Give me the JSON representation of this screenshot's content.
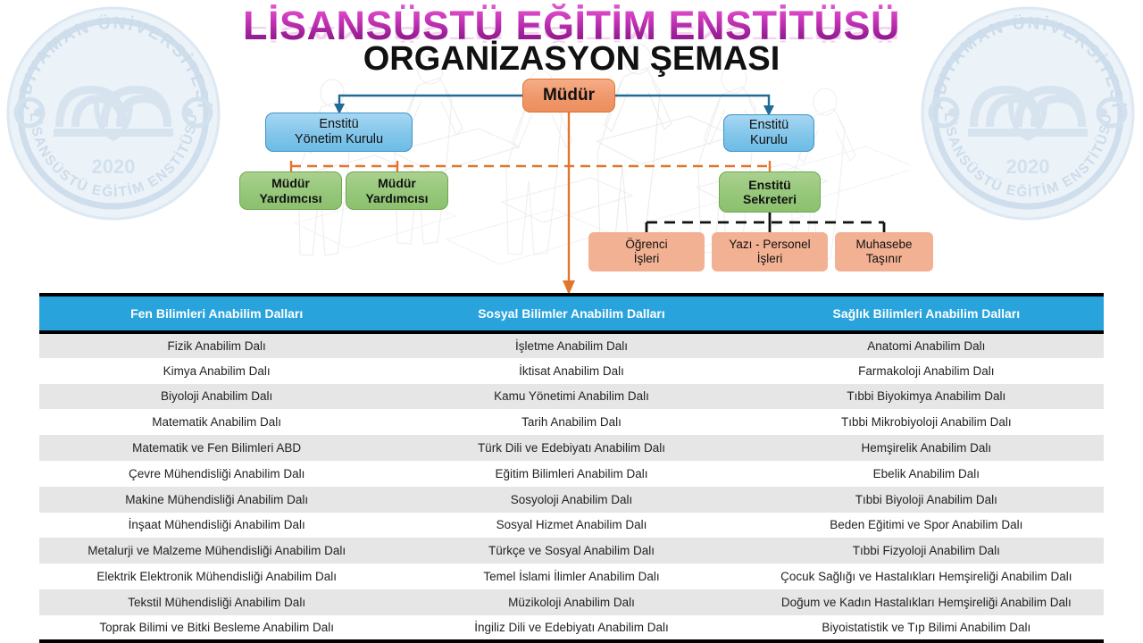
{
  "header": {
    "title_main": "LİSANSÜSTÜ EĞİTİM ENSTİTÜSÜ",
    "title_sub": "ORGANİZASYON ŞEMASI",
    "title_color": "#b42fb0",
    "subtitle_color": "#111111"
  },
  "logo": {
    "top_arc_text": "ADIYAMAN ÜNİVERSİTESİ",
    "bottom_arc_text": "LİSANSÜSTÜ EĞİTİM ENSTİTÜSÜ",
    "year": "2020",
    "color": "#dbe7f2"
  },
  "org_chart": {
    "director": {
      "label": "Müdür",
      "color": "#f09a6e"
    },
    "boards": [
      {
        "label_line1": "Enstitü",
        "label_line2": "Yönetim Kurulu",
        "color": "#83c6ea"
      },
      {
        "label_line1": "Enstitü",
        "label_line2": "Kurulu",
        "color": "#83c6ea"
      }
    ],
    "deputies": [
      {
        "label_line1": "Müdür",
        "label_line2": "Yardımcısı",
        "color": "#96c77a"
      },
      {
        "label_line1": "Müdür",
        "label_line2": "Yardımcısı",
        "color": "#96c77a"
      }
    ],
    "secretary": {
      "label_line1": "Enstitü",
      "label_line2": "Sekreteri",
      "color": "#96c77a"
    },
    "units": [
      {
        "label_line1": "Öğrenci",
        "label_line2": "İşleri",
        "color": "#f3b193"
      },
      {
        "label_line1": "Yazı - Personel",
        "label_line2": "İşleri",
        "color": "#f3b193"
      },
      {
        "label_line1": "Muhasebe",
        "label_line2": "Taşınır",
        "color": "#f3b193"
      }
    ],
    "line_colors": {
      "solid_blue": "#1f6a96",
      "orange": "#e2742c",
      "black_dashed": "#111111"
    }
  },
  "table": {
    "header_bg": "#29a3dc",
    "headers": [
      "Fen Bilimleri Anabilim Dalları",
      "Sosyal Bilimler Anabilim Dalları",
      "Sağlık Bilimleri Anabilim Dalları"
    ],
    "rows": [
      [
        "Fizik Anabilim Dalı",
        "İşletme Anabilim Dalı",
        "Anatomi Anabilim Dalı"
      ],
      [
        "Kimya Anabilim Dalı",
        "İktisat Anabilim Dalı",
        "Farmakoloji Anabilim Dalı"
      ],
      [
        "Biyoloji Anabilim Dalı",
        "Kamu Yönetimi Anabilim Dalı",
        "Tıbbi Biyokimya Anabilim Dalı"
      ],
      [
        "Matematik Anabilim Dalı",
        "Tarih Anabilim Dalı",
        "Tıbbi Mikrobiyoloji Anabilim Dalı"
      ],
      [
        "Matematik ve Fen Bilimleri ABD",
        "Türk Dili ve Edebiyatı Anabilim Dalı",
        "Hemşirelik Anabilim Dalı"
      ],
      [
        "Çevre Mühendisliği Anabilim Dalı",
        "Eğitim Bilimleri Anabilim Dalı",
        "Ebelik Anabilim Dalı"
      ],
      [
        "Makine Mühendisliği Anabilim Dalı",
        "Sosyoloji Anabilim Dalı",
        "Tıbbi Biyoloji Anabilim Dalı"
      ],
      [
        "İnşaat Mühendisliği Anabilim Dalı",
        "Sosyal Hizmet Anabilim Dalı",
        "Beden Eğitimi ve Spor Anabilim Dalı"
      ],
      [
        "Metalurji ve Malzeme Mühendisliği Anabilim Dalı",
        "Türkçe ve Sosyal Anabilim Dalı",
        "Tıbbi Fizyoloji Anabilim Dalı"
      ],
      [
        "Elektrik Elektronik Mühendisliği Anabilim Dalı",
        "Temel İslami İlimler Anabilim Dalı",
        "Çocuk Sağlığı ve Hastalıkları Hemşireliği Anabilim Dalı"
      ],
      [
        "Tekstil Mühendisliği Anabilim Dalı",
        "Müzikoloji Anabilim Dalı",
        "Doğum ve Kadın Hastalıkları Hemşireliği Anabilim Dalı"
      ],
      [
        "Toprak Bilimi ve Bitki Besleme Anabilim Dalı",
        "İngiliz Dili ve Edebiyatı Anabilim Dalı",
        "Biyoistatistik ve Tıp Bilimi Anabilim Dalı"
      ]
    ]
  }
}
